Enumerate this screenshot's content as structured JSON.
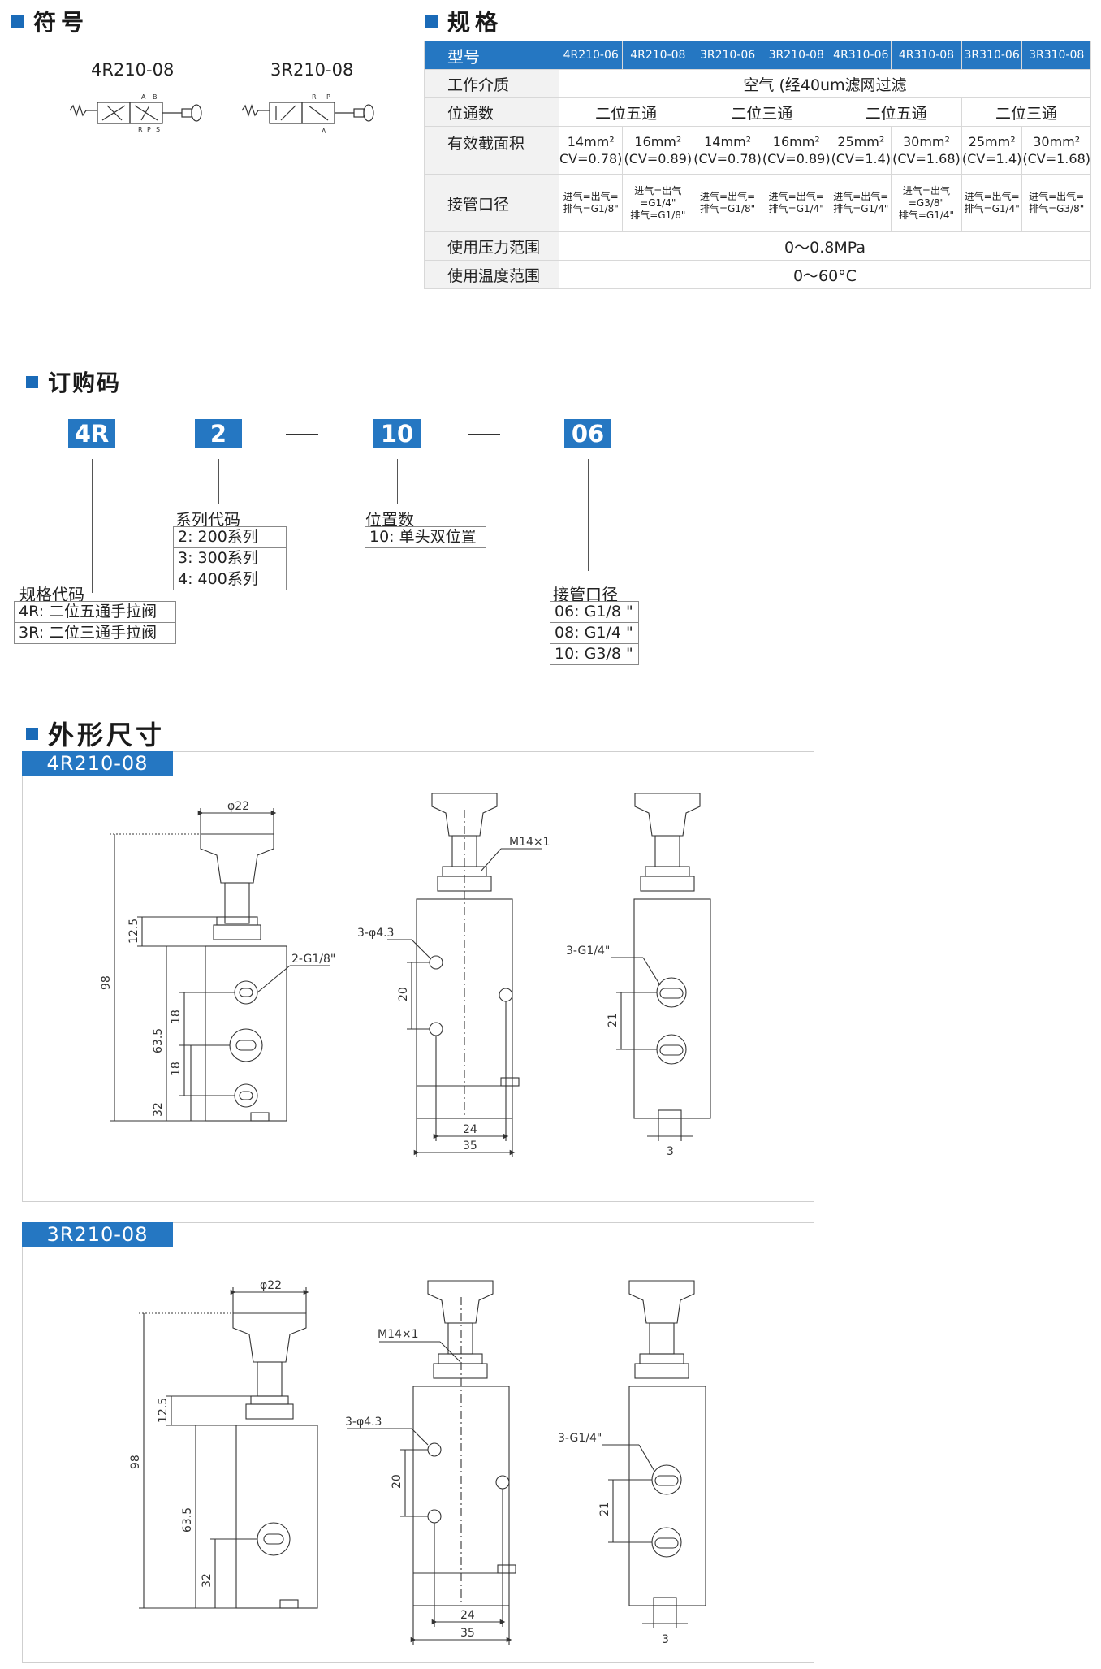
{
  "symbols": {
    "title": "符号",
    "left_label": "4R210-08",
    "right_label": "3R210-08",
    "left_ports_top": [
      "A",
      "B"
    ],
    "left_ports_bottom": [
      "R",
      "P",
      "S"
    ],
    "right_ports_top": [
      "R",
      "P"
    ],
    "right_ports_bottom": [
      "A"
    ]
  },
  "spec": {
    "title": "规格",
    "header_label": "型号",
    "models": [
      "4R210-06",
      "4R210-08",
      "3R210-06",
      "3R210-08",
      "4R310-06",
      "4R310-08",
      "3R310-06",
      "3R310-08"
    ],
    "medium_label": "工作介质",
    "medium_value": "空气 (经40um滤网过滤",
    "positions_label": "位通数",
    "positions": [
      "二位五通",
      "二位三通",
      "二位五通",
      "二位三通"
    ],
    "area_label": "有效截面积",
    "areas": [
      {
        "a": "14mm²",
        "cv": "CV=0.78)"
      },
      {
        "a": "16mm²",
        "cv": "(CV=0.89)"
      },
      {
        "a": "14mm²",
        "cv": "(CV=0.78)"
      },
      {
        "a": "16mm²",
        "cv": "(CV=0.89)"
      },
      {
        "a": "25mm²",
        "cv": "(CV=1.4)"
      },
      {
        "a": "30mm²",
        "cv": "(CV=1.68)"
      },
      {
        "a": "25mm²",
        "cv": "(CV=1.4)"
      },
      {
        "a": "30mm²",
        "cv": "(CV=1.68)"
      }
    ],
    "port_label": "接管口径",
    "ports": [
      {
        "l1": "进气=出气=",
        "l2": "排气=G1/8\""
      },
      {
        "l1": "进气=出气=G1/4\"",
        "l2": "排气=G1/8\""
      },
      {
        "l1": "进气=出气=",
        "l2": "排气=G1/8\""
      },
      {
        "l1": "进气=出气=",
        "l2": "排气=G1/4\""
      },
      {
        "l1": "进气=出气=",
        "l2": "排气=G1/4\""
      },
      {
        "l1": "进气=出气=G3/8\"",
        "l2": "排气=G1/4\""
      },
      {
        "l1": "进气=出气=",
        "l2": "排气=G1/4\""
      },
      {
        "l1": "进气=出气=",
        "l2": "排气=G3/8\""
      }
    ],
    "pressure_label": "使用压力范围",
    "pressure_value": "0～0.8MPa",
    "temp_label": "使用温度范围",
    "temp_value": "0～60°C"
  },
  "order": {
    "title": "订购码",
    "codes": [
      "4R",
      "2",
      "10",
      "06"
    ],
    "series": {
      "title": "系列代码",
      "items": [
        "2:  200系列",
        "3:  300系列",
        "4:  400系列"
      ]
    },
    "spec_code": {
      "title": "规格代码",
      "items": [
        "4R:  二位五通手拉阀",
        "3R:  二位三通手拉阀"
      ]
    },
    "position": {
      "title": "位置数",
      "items": [
        "10:  单头双位置"
      ]
    },
    "port": {
      "title": "接管口径",
      "items": [
        "06:  G1/8 \"",
        "08:  G1/4 \"",
        "10:  G3/8 \""
      ]
    }
  },
  "dimensions": {
    "title": "外形尺寸",
    "panel1": {
      "tab": "4R210-08",
      "labels": {
        "phi22": "φ22",
        "d12_5": "12.5",
        "d98": "98",
        "d63_5": "63.5",
        "d18a": "18",
        "d18b": "18",
        "d32": "32",
        "port": "2-G1/8\"",
        "m14": "M14×1",
        "holes": "3-φ4.3",
        "d20": "20",
        "d24": "24",
        "d35": "35",
        "port3": "3-G1/4\"",
        "d21": "21",
        "d3": "3"
      }
    },
    "panel2": {
      "tab": "3R210-08",
      "labels": {
        "phi22": "φ22",
        "d12_5": "12.5",
        "d98": "98",
        "d63_5": "63.5",
        "d32": "32",
        "m14": "M14×1",
        "holes": "3-φ4.3",
        "d20": "20",
        "d24": "24",
        "d35": "35",
        "port3": "3-G1/4\"",
        "d21": "21",
        "d3": "3"
      }
    }
  },
  "colors": {
    "accent": "#2577c2",
    "title_square": "#1a6bb8"
  }
}
